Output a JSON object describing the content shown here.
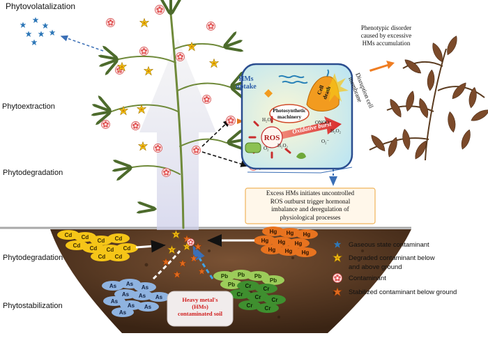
{
  "processes": {
    "volatilization": "Phytovolatalization",
    "extraction": "Phytoextraction",
    "degradation_top": "Phytodegradation",
    "degradation_bottom": "Phytodegradation",
    "stabilization": "Phytostabilization"
  },
  "uptake_label": [
    "HMs",
    "uptake"
  ],
  "cell": {
    "photosynthetic": [
      "Photosynthetic",
      "machinery"
    ],
    "ros": "ROS",
    "oxidative_burst": "Oxidative burst",
    "cell_death": [
      "Cell",
      "death"
    ],
    "disruption": [
      "Disruption cell",
      "membrane"
    ],
    "h2o2_a": "H₂O₂",
    "h2o2_b": "H₂O₂",
    "h2o2_c": "H₂O₂",
    "onoo": "ONOO⁻",
    "o2_a": "O₂⁻",
    "o2_b": "O₂⁻"
  },
  "phenotype_caption": [
    "Phenotypic disorder",
    "caused by excessive",
    "HMs accumulation"
  ],
  "ros_box": [
    "Excess HMs initiates uncontrolled",
    "ROS outburst trigger hormonal",
    "imbalance and deregulation of",
    "physiological processes"
  ],
  "soil_label": [
    "Heavy metal's",
    "(HMs)",
    "contaminated soil"
  ],
  "metals": {
    "cd": "Cd",
    "hg": "Hg",
    "as": "As",
    "pb": "Pb",
    "cr": "Cr"
  },
  "legend": [
    {
      "icon": "blue-star-icon",
      "text": [
        "Gaseous state contaminant"
      ]
    },
    {
      "icon": "yellow-star-icon",
      "text": [
        "Degraded contaminant below",
        "and above ground"
      ]
    },
    {
      "icon": "pink-flower-icon",
      "text": [
        "Contaminant"
      ]
    },
    {
      "icon": "orange-star-icon",
      "text": [
        "Stabilized contaminant below ground"
      ]
    }
  ],
  "colors": {
    "gaseous": "#2f78b8",
    "degraded": "#f2c01a",
    "contaminant": "#e25b5b",
    "stabilized": "#e06a1e",
    "cd": "#f5c518",
    "hg": "#e8731f",
    "as": "#8fb3e0",
    "pb": "#9ccc5a",
    "cr": "#3f8f2f",
    "soil": "#5b3a22",
    "leaf": "#4d6b2c",
    "dead_leaf": "#7b4a2a"
  }
}
